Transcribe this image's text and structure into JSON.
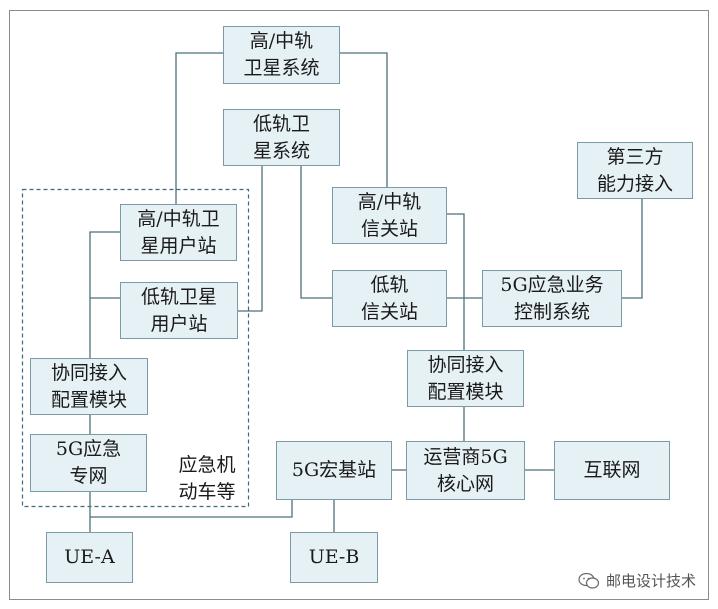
{
  "nodes": {
    "geo_satellite": "高/中轨\n卫星系统",
    "leo_satellite": "低轨卫\n星系统",
    "third_party": "第三方\n能力接入",
    "geo_gateway": "高/中轨\n信关站",
    "geo_user_station": "高/中轨卫\n星用户站",
    "leo_user_station": "低轨卫星\n用户站",
    "leo_gateway": "低轨\n信关站",
    "emergency_control": "5G应急业务\n控制系统",
    "coord_left": "协同接入\n配置模块",
    "coord_right": "协同接入\n配置模块",
    "private_net": "5G应急\n专网",
    "macro_bs": "5G宏基站",
    "core_net": "运营商5G\n核心网",
    "internet": "互联网",
    "ue_a": "UE-A",
    "ue_b": "UE-B"
  },
  "vehicle_label": "应急机\n动车等",
  "watermark": "邮电设计技术",
  "colors": {
    "box_fill": "#e6f1f5",
    "box_border": "#7a9aa6",
    "line": "#4d6f7e",
    "dash": "#3f6a7c"
  }
}
